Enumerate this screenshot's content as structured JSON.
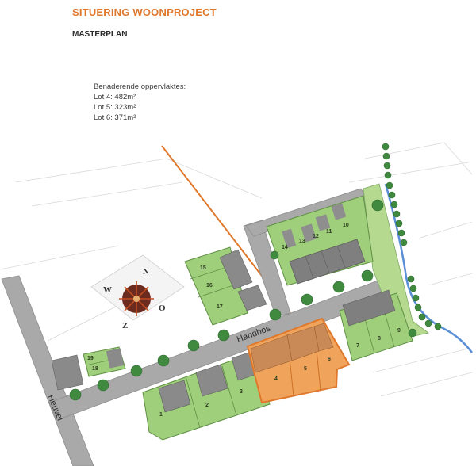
{
  "header": {
    "title": "SITUERING WOONPROJECT",
    "subtitle": "MASTERPLAN"
  },
  "areas": {
    "heading": "Benaderende oppervlaktes:",
    "items": [
      "Lot 4: 482m²",
      "Lot 5: 323m²",
      "Lot 6: 371m²"
    ]
  },
  "streets": {
    "main": "Handbos",
    "side": "Heuvel"
  },
  "compass": {
    "n": "N",
    "o": "O",
    "z": "Z",
    "w": "W"
  },
  "lots": {
    "l1": "1",
    "l2": "2",
    "l3": "3",
    "l4": "4",
    "l5": "5",
    "l6": "6",
    "l7": "7",
    "l8": "8",
    "l9": "9",
    "l10": "10",
    "l11": "11",
    "l12": "12",
    "l13": "13",
    "l14": "14",
    "l15": "15",
    "l16": "16",
    "l17": "17",
    "l18": "18",
    "l19": "19"
  },
  "colors": {
    "accent": "#e0782c",
    "lot_green": "#9fcf7a",
    "highlight": "#f0a35a",
    "road": "#a9a9a9",
    "water": "#5a8fd6"
  }
}
